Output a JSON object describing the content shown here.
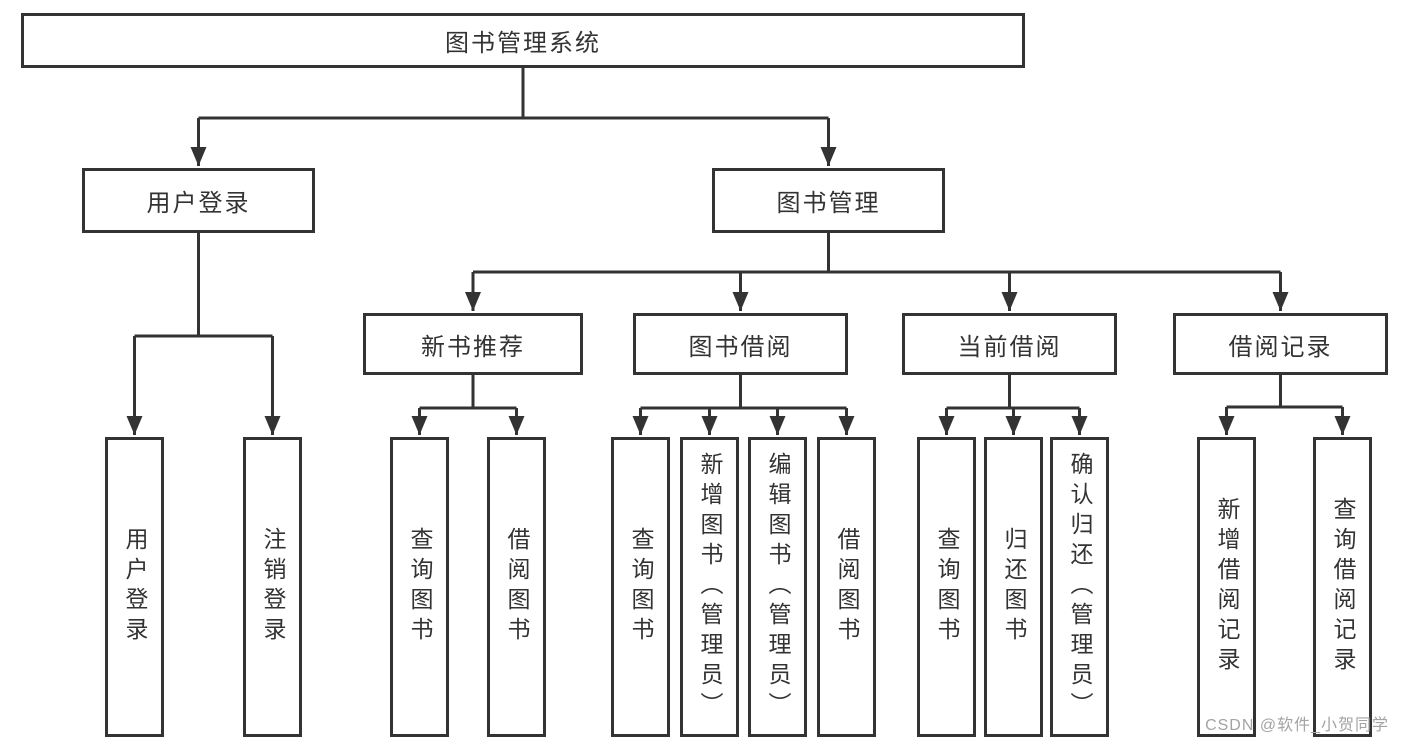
{
  "diagram_type": "hierarchy-tree",
  "tree": {
    "root": {
      "label": "图书管理系统"
    },
    "branches": [
      {
        "label": "用户登录",
        "children": [
          {
            "label": "用户登录"
          },
          {
            "label": "注销登录"
          }
        ]
      },
      {
        "label": "图书管理",
        "children": [
          {
            "label": "新书推荐",
            "children": [
              {
                "label": "查询图书"
              },
              {
                "label": "借阅图书"
              }
            ]
          },
          {
            "label": "图书借阅",
            "children": [
              {
                "label": "查询图书"
              },
              {
                "label": "新增图书（管理员）"
              },
              {
                "label": "编辑图书（管理员）"
              },
              {
                "label": "借阅图书"
              }
            ]
          },
          {
            "label": "当前借阅",
            "children": [
              {
                "label": "查询图书"
              },
              {
                "label": "归还图书"
              },
              {
                "label": "确认归还（管理员）"
              }
            ]
          },
          {
            "label": "借阅记录",
            "children": [
              {
                "label": "新增借阅记录"
              },
              {
                "label": "查询借阅记录"
              }
            ]
          }
        ]
      }
    ]
  },
  "watermark": {
    "text": "CSDN @软件_小贺同学"
  },
  "colors": {
    "line": "#333333",
    "box_border": "#333333",
    "text": "#333333",
    "watermark": "#a3a3a3",
    "background": "#ffffff"
  }
}
